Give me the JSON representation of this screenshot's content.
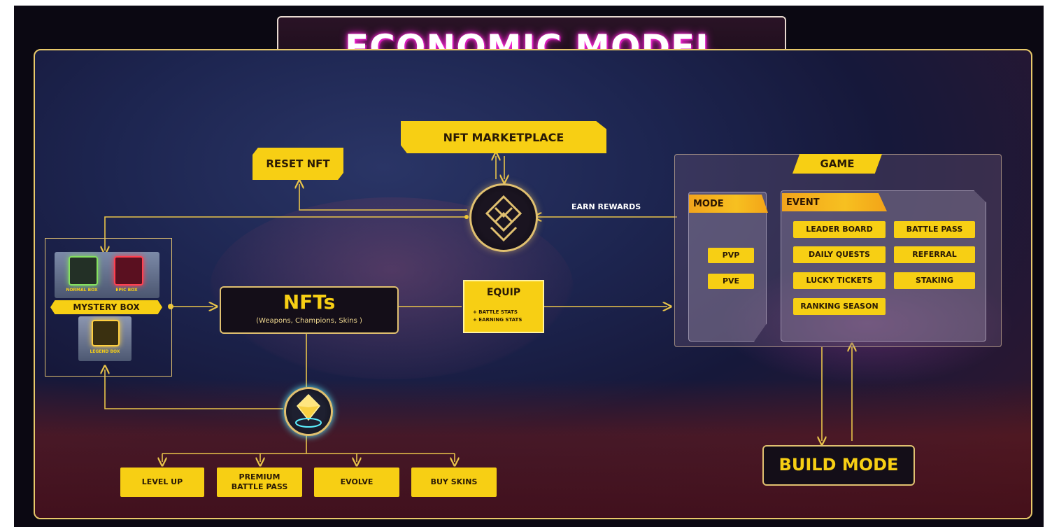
{
  "title": "ECONOMIC MODEL",
  "marketplace": "NFT MARKETPLACE",
  "reset": "RESET NFT",
  "earn_rewards": "EARN REWARDS",
  "game": {
    "title": "GAME",
    "mode_label": "MODE",
    "modes": [
      "PVP",
      "PVE"
    ],
    "event_label": "EVENT",
    "events": [
      "LEADER BOARD",
      "BATTLE PASS",
      "DAILY QUESTS",
      "REFERRAL",
      "LUCKY TICKETS",
      "STAKING",
      "RANKING SEASON"
    ]
  },
  "mystery": {
    "label": "MYSTERY BOX",
    "boxes": [
      "NORMAL BOX",
      "EPIC BOX",
      "LEGEND BOX"
    ]
  },
  "nfts": {
    "title": "NFTs",
    "subtitle": "(Weapons, Champions, Skins )"
  },
  "equip": {
    "title": "EQUIP",
    "items": [
      "+ BATTLE STATS",
      "+ EARNING STATS"
    ]
  },
  "actions": {
    "level_up": "LEVEL UP",
    "premium_1": "PREMIUM",
    "premium_2": "BATTLE PASS",
    "evolve": "EVOLVE",
    "buy_skins": "BUY SKINS"
  },
  "build_mode": "BUILD MODE",
  "colors": {
    "accent": "#f7cf14",
    "line": "#e9c44a",
    "title_glow": "#ff2ad8",
    "background": "#1d2550"
  }
}
